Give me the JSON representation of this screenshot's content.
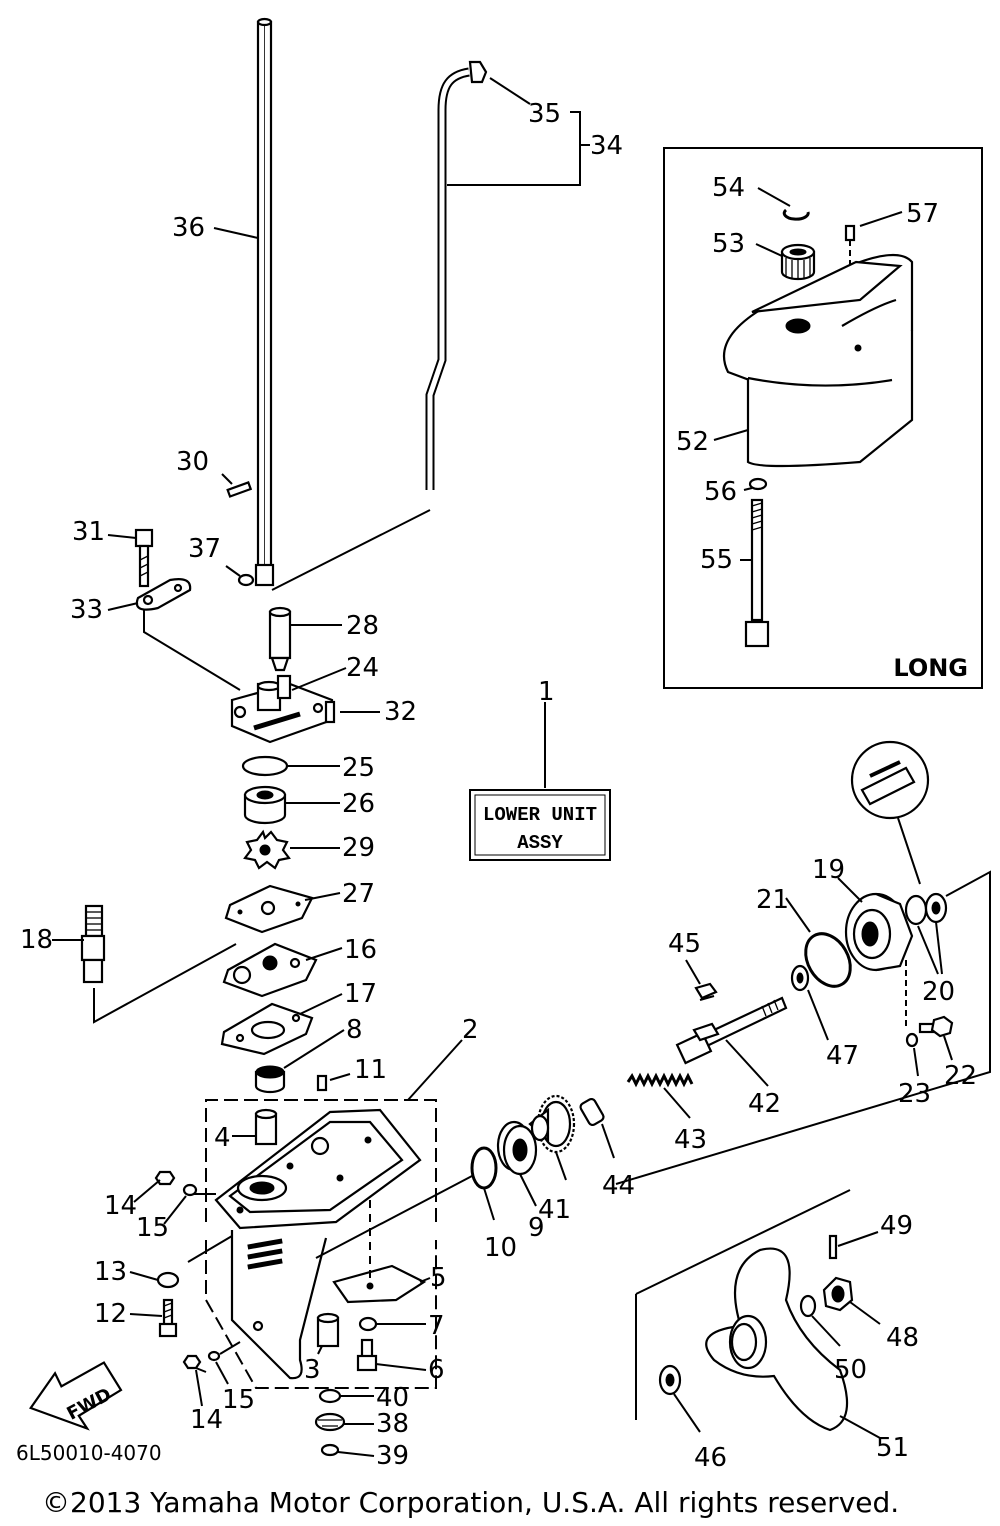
{
  "diagram": {
    "doc_code": "6L50010-4070",
    "copyright": "©2013 Yamaha Motor Corporation, U.S.A. All rights reserved.",
    "long_box_label": "LONG",
    "assembly_label_line1": "LOWER UNIT",
    "assembly_label_line2": "ASSY",
    "fwd_label": "FWD",
    "callouts": {
      "c1": "1",
      "c2": "2",
      "c3": "3",
      "c4": "4",
      "c5": "5",
      "c6": "6",
      "c7": "7",
      "c8": "8",
      "c9": "9",
      "c10": "10",
      "c11": "11",
      "c12": "12",
      "c13": "13",
      "c14a": "14",
      "c14b": "14",
      "c15a": "15",
      "c15b": "15",
      "c16": "16",
      "c17": "17",
      "c18": "18",
      "c19": "19",
      "c20": "20",
      "c21": "21",
      "c22": "22",
      "c23": "23",
      "c24": "24",
      "c25": "25",
      "c26": "26",
      "c27": "27",
      "c28": "28",
      "c29": "29",
      "c30": "30",
      "c31": "31",
      "c32": "32",
      "c33": "33",
      "c34": "34",
      "c35": "35",
      "c36": "36",
      "c37": "37",
      "c38": "38",
      "c39": "39",
      "c40": "40",
      "c41": "41",
      "c42": "42",
      "c43": "43",
      "c44": "44",
      "c45": "45",
      "c46": "46",
      "c47": "47",
      "c48": "48",
      "c49": "49",
      "c50": "50",
      "c51": "51",
      "c52": "52",
      "c53": "53",
      "c54": "54",
      "c55": "55",
      "c56": "56",
      "c57": "57"
    }
  }
}
